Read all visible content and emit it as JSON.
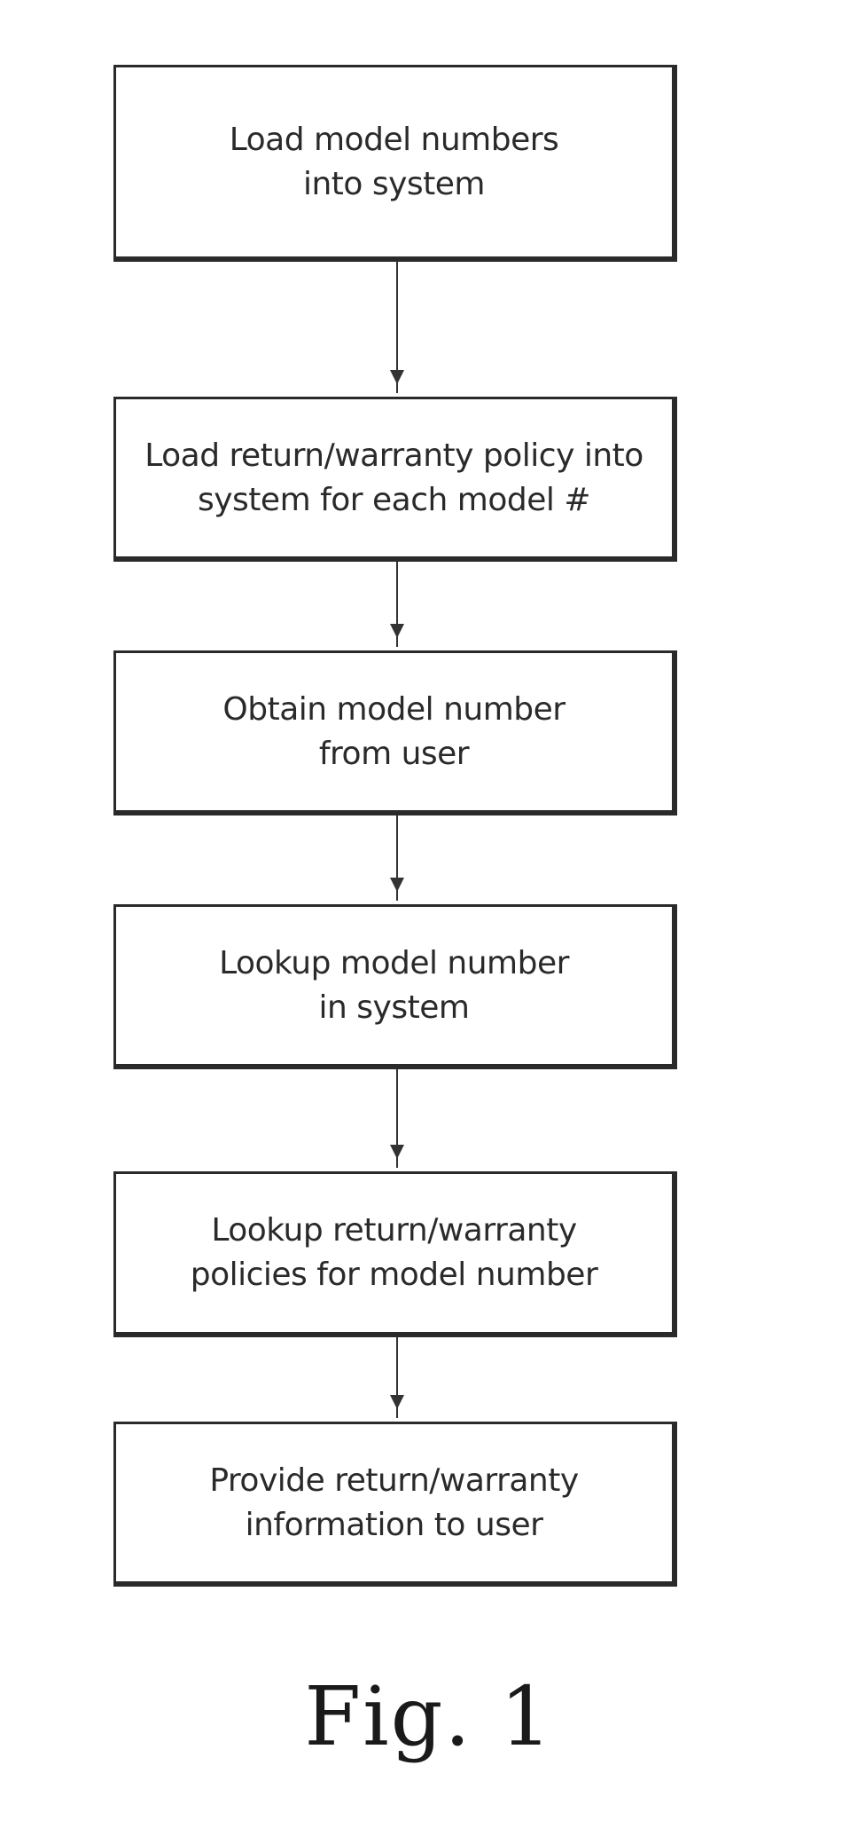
{
  "flowchart": {
    "steps": [
      {
        "id": "step-1",
        "text": "Load model numbers\ninto system"
      },
      {
        "id": "step-2",
        "text": "Load return/warranty policy into\nsystem for each model #"
      },
      {
        "id": "step-3",
        "text": "Obtain model number\nfrom user"
      },
      {
        "id": "step-4",
        "text": "Lookup model number\nin system"
      },
      {
        "id": "step-5",
        "text": "Lookup return/warranty\npolicies for model number"
      },
      {
        "id": "step-6",
        "text": "Provide return/warranty\ninformation to user"
      }
    ],
    "connections": [
      {
        "from": "step-1",
        "to": "step-2"
      },
      {
        "from": "step-2",
        "to": "step-3"
      },
      {
        "from": "step-3",
        "to": "step-4"
      },
      {
        "from": "step-4",
        "to": "step-5"
      },
      {
        "from": "step-5",
        "to": "step-6"
      }
    ]
  },
  "caption": "Fig. 1"
}
